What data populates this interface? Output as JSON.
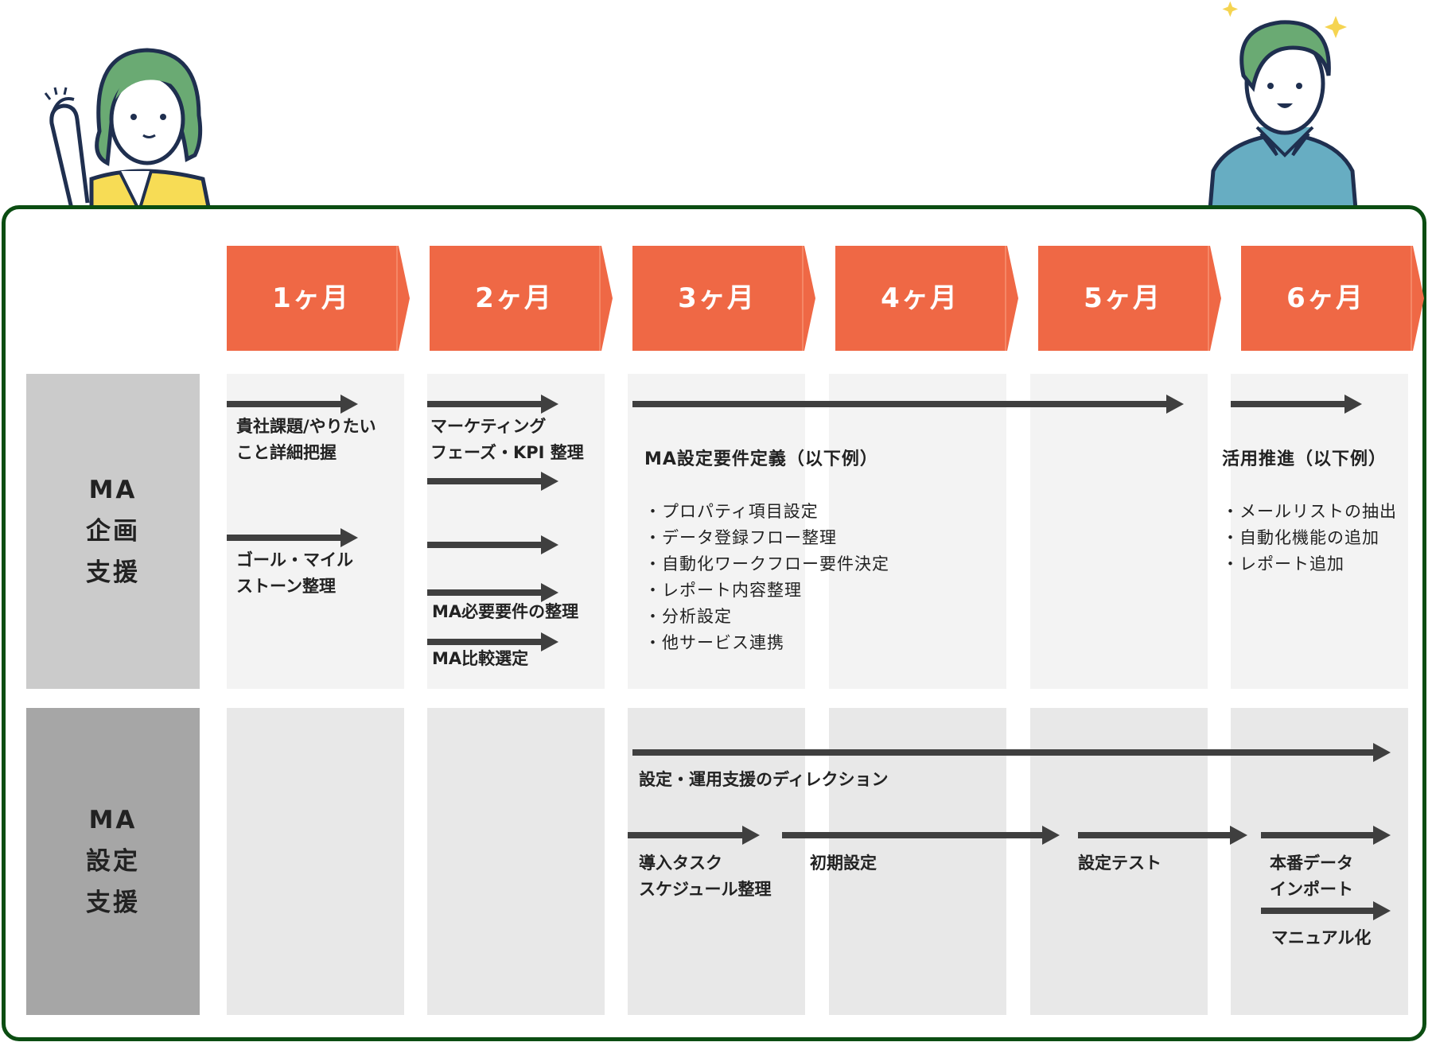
{
  "colors": {
    "frame": "#0b4d12",
    "month": "#ef6845",
    "plan_label_bg": "#cbcbcb",
    "setup_label_bg": "#a6a6a6",
    "plan_cell_bg": "#f3f3f3",
    "setup_cell_bg": "#e8e8e8",
    "arrow": "#3f3f3f",
    "hair": "#6aaa73",
    "woman_shirt": "#f7dc55",
    "man_shirt": "#67adc2",
    "outline": "#1f2f4f",
    "sparkle": "#f5d451"
  },
  "months": [
    "1ヶ月",
    "2ヶ月",
    "3ヶ月",
    "4ヶ月",
    "5ヶ月",
    "6ヶ月"
  ],
  "rows": {
    "plan": "MA\n企画\n支援",
    "setup": "MA\n設定\n支援"
  },
  "plan": {
    "m1_task1": "貴社課題/やりたい\nこと詳細把握",
    "m1_task2": "ゴール・マイル\nストーン整理",
    "m2_task1": "マーケティング\nフェーズ・KPI 整理",
    "m2_task2": "MA必要要件の整理",
    "m2_task3": "MA比較選定",
    "req_title": "MA設定要件定義（以下例）",
    "req_items": [
      "・プロパティ項目設定",
      "・データ登録フロー整理",
      "・自動化ワークフロー要件決定",
      "・レポート内容整理",
      "・分析設定",
      "・他サービス連携"
    ],
    "use_title": "活用推進（以下例）",
    "use_items": [
      "・メールリストの抽出",
      "・自動化機能の追加",
      "・レポート追加"
    ]
  },
  "setup": {
    "direction": "設定・運用支援のディレクション",
    "schedule": "導入タスク\nスケジュール整理",
    "initial": "初期設定",
    "test": "設定テスト",
    "import": "本番データ\nインポート",
    "manual": "マニュアル化"
  }
}
